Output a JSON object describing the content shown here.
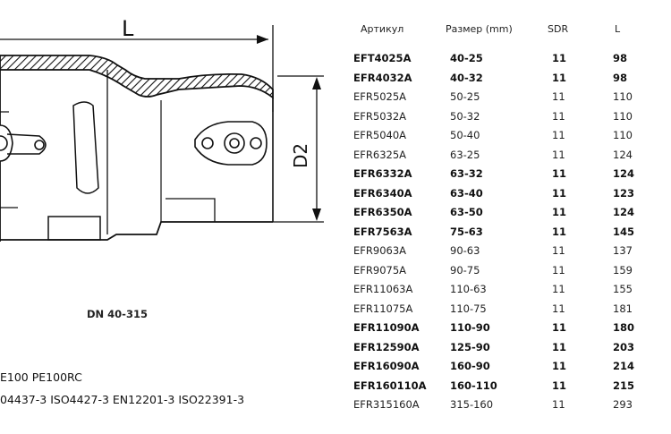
{
  "drawing": {
    "length_label": "L",
    "diameter_label": "D2",
    "range_label": "DN 40-315"
  },
  "standards": {
    "materials_line": "E100 PE100RC",
    "norms_line": "04437-3 ISO4427-3 EN12201-3 ISO22391-3"
  },
  "table": {
    "headers": {
      "article": "Артикул",
      "size": "Размер (mm)",
      "sdr": "SDR",
      "length": "L"
    },
    "rows": [
      {
        "article": "EFT4025A",
        "size": "40-25",
        "sdr": "11",
        "length": "98",
        "bold": true
      },
      {
        "article": "EFR4032A",
        "size": "40-32",
        "sdr": "11",
        "length": "98",
        "bold": true
      },
      {
        "article": "EFR5025A",
        "size": "50-25",
        "sdr": "11",
        "length": "110",
        "bold": false
      },
      {
        "article": "EFR5032A",
        "size": "50-32",
        "sdr": "11",
        "length": "110",
        "bold": false
      },
      {
        "article": "EFR5040A",
        "size": "50-40",
        "sdr": "11",
        "length": "110",
        "bold": false
      },
      {
        "article": "EFR6325A",
        "size": "63-25",
        "sdr": "11",
        "length": "124",
        "bold": false
      },
      {
        "article": "EFR6332A",
        "size": "63-32",
        "sdr": "11",
        "length": "124",
        "bold": true
      },
      {
        "article": "EFR6340A",
        "size": "63-40",
        "sdr": "11",
        "length": "123",
        "bold": true
      },
      {
        "article": "EFR6350A",
        "size": "63-50",
        "sdr": "11",
        "length": "124",
        "bold": true
      },
      {
        "article": "EFR7563A",
        "size": "75-63",
        "sdr": "11",
        "length": "145",
        "bold": true
      },
      {
        "article": "EFR9063A",
        "size": "90-63",
        "sdr": "11",
        "length": "137",
        "bold": false
      },
      {
        "article": "EFR9075A",
        "size": "90-75",
        "sdr": "11",
        "length": "159",
        "bold": false
      },
      {
        "article": "EFR11063A",
        "size": "110-63",
        "sdr": "11",
        "length": "155",
        "bold": false
      },
      {
        "article": "EFR11075A",
        "size": "110-75",
        "sdr": "11",
        "length": "181",
        "bold": false
      },
      {
        "article": "EFR11090A",
        "size": "110-90",
        "sdr": "11",
        "length": "180",
        "bold": true
      },
      {
        "article": "EFR12590A",
        "size": "125-90",
        "sdr": "11",
        "length": "203",
        "bold": true
      },
      {
        "article": "EFR16090A",
        "size": "160-90",
        "sdr": "11",
        "length": "214",
        "bold": true
      },
      {
        "article": "EFR160110A",
        "size": "160-110",
        "sdr": "11",
        "length": "215",
        "bold": true
      },
      {
        "article": "EFR315160A",
        "size": "315-160",
        "sdr": "11",
        "length": "293",
        "bold": false
      }
    ]
  }
}
